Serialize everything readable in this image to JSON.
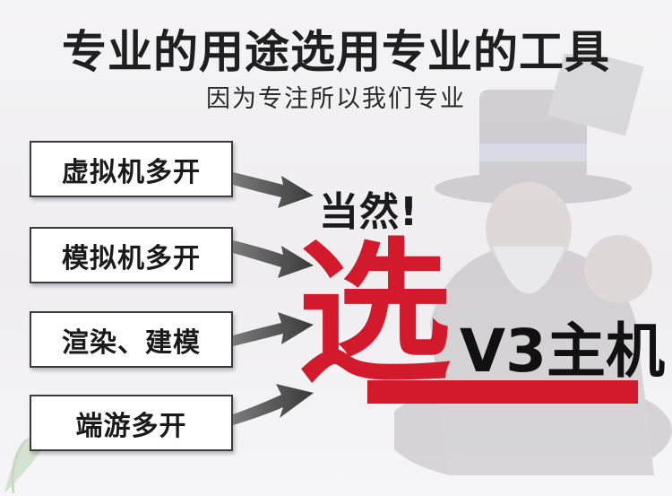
{
  "header": {
    "title": "专业的用途选用专业的工具",
    "subtitle": "因为专注所以我们专业"
  },
  "features": [
    {
      "label": "虚拟机多开"
    },
    {
      "label": "模拟机多开"
    },
    {
      "label": "渲染、建模"
    },
    {
      "label": "端游多开"
    }
  ],
  "answer": {
    "prefix": "当然!",
    "big_char": "选",
    "product": "V3主机"
  },
  "colors": {
    "accent_red": "#d3192c",
    "text_dark": "#1f1f1f",
    "box_border": "#3a3a3a"
  },
  "icons": [
    "arrow-right-icon",
    "uncle-sam-background-illustration",
    "leaf-decoration"
  ]
}
